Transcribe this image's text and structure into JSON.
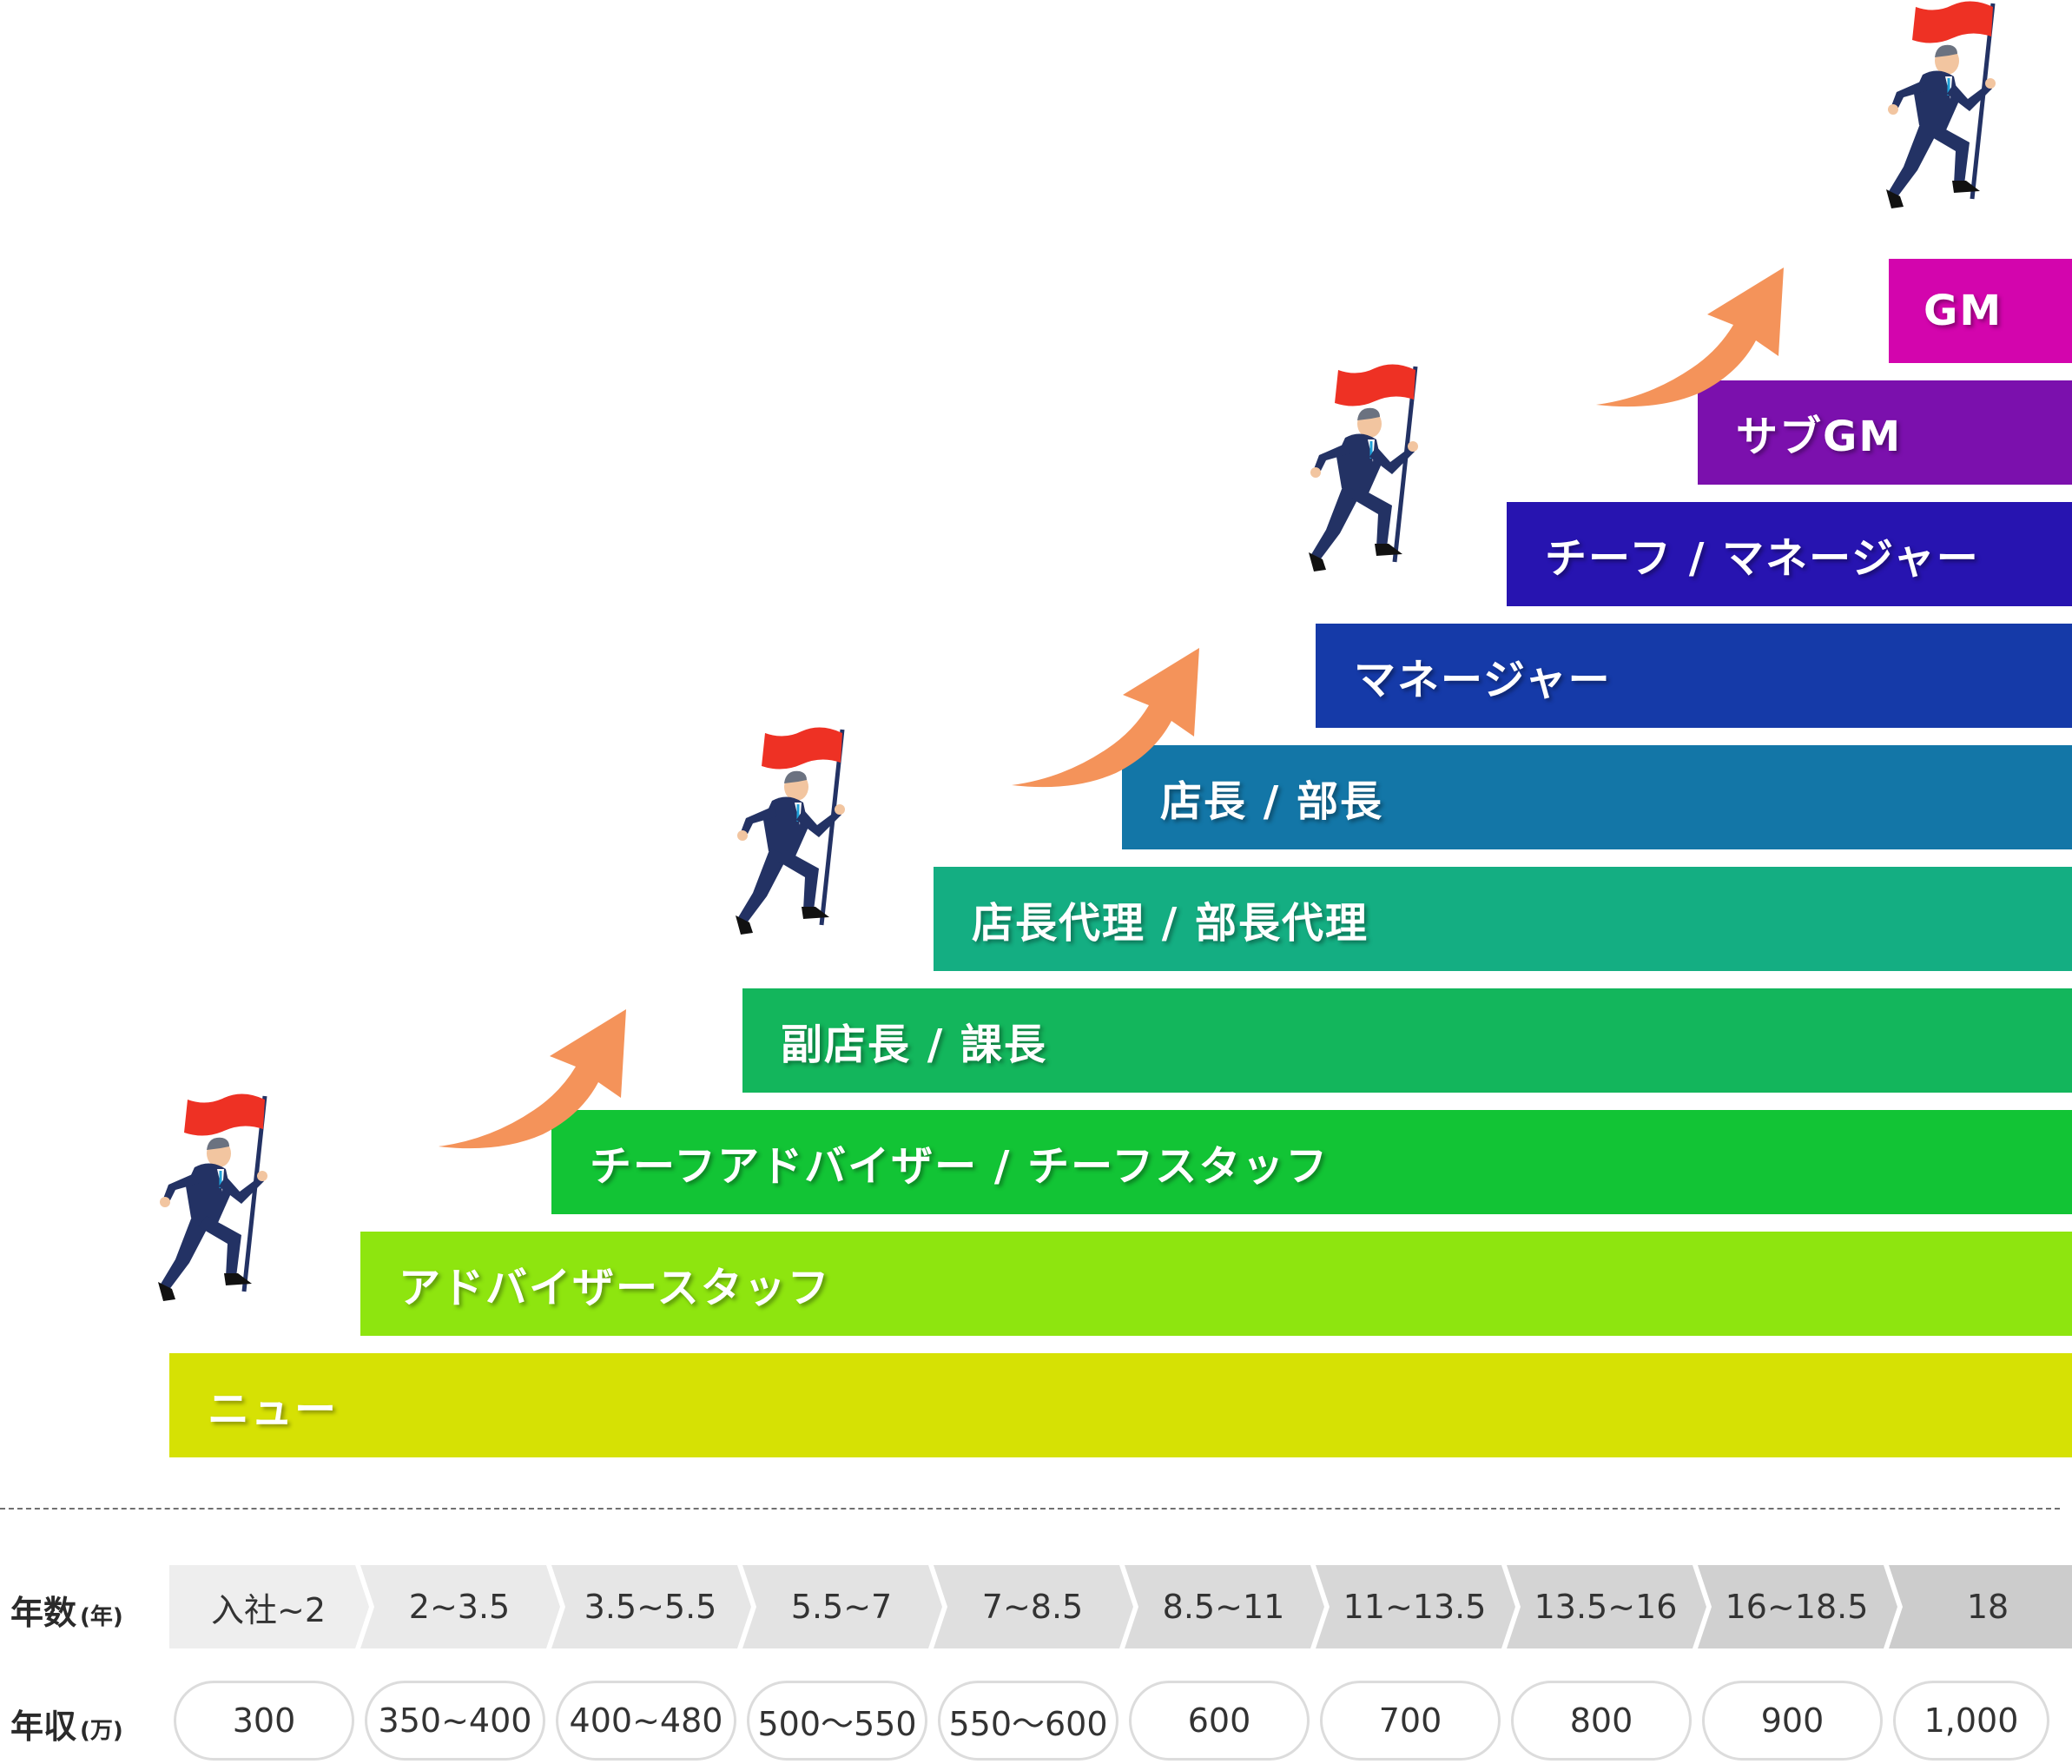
{
  "levels": [
    {
      "label": "ニュー",
      "color": "#d6e104"
    },
    {
      "label": "アドバイザースタッフ",
      "color": "#8ee50f"
    },
    {
      "label": "チーフアドバイザー / チーフスタッフ",
      "color": "#12c435"
    },
    {
      "label": "副店長 / 課長",
      "color": "#13b65c"
    },
    {
      "label": "店長代理 / 部長代理",
      "color": "#14ae82"
    },
    {
      "label": "店長 / 部長",
      "color": "#1376a7"
    },
    {
      "label": "マネージャー",
      "color": "#153aa8"
    },
    {
      "label": "チーフ / マネージャー",
      "color": "#2714b0"
    },
    {
      "label": "サブGM",
      "color": "#7b10ad"
    },
    {
      "label": "GM",
      "color": "#d305ad"
    }
  ],
  "years": {
    "label": "年数",
    "unit": "(年)",
    "values": [
      "入社~2",
      "2~3.5",
      "3.5~5.5",
      "5.5~7",
      "7~8.5",
      "8.5~11",
      "11~13.5",
      "13.5~16",
      "16~18.5",
      "18"
    ]
  },
  "income": {
    "label": "年収",
    "unit": "(万)",
    "values": [
      "300",
      "350~400",
      "400~480",
      "500～550",
      "550～600",
      "600",
      "700",
      "800",
      "900",
      "1,000"
    ]
  },
  "icons": [
    "businessman-flag-icon",
    "up-arrow-icon"
  ],
  "colors": {
    "arrow": "#f4935a",
    "flag": "#ee3124",
    "suit": "#233264",
    "chevron_light": "#eeeeee",
    "chevron_dark": "#cccccc"
  }
}
